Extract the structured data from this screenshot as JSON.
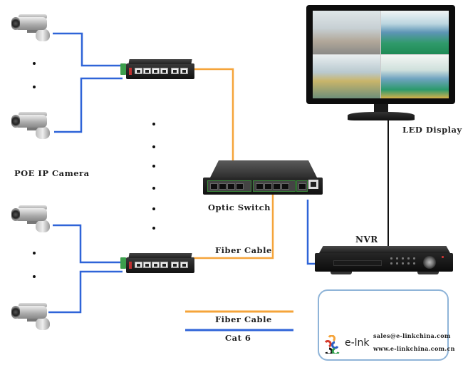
{
  "labels": {
    "camera_group": "POE IP Camera",
    "optic_switch": "Optic Switch",
    "fiber_cable": "Fiber Cable",
    "nvr": "NVR",
    "led_display": "LED Display"
  },
  "legend": {
    "items": [
      {
        "label": "Fiber Cable",
        "color": "#f5a43a"
      },
      {
        "label": "Cat 6",
        "color": "#2f64d8"
      }
    ]
  },
  "contact_card": {
    "brand": "e-lnk",
    "email": "sales@e-linkchina.com",
    "website": "www.e-linkchina.com.cn"
  },
  "colors": {
    "fiber": "#f5a43a",
    "cat6": "#2f64d8",
    "signal": "#111111",
    "card_border": "#8fb4d8"
  },
  "devices": {
    "poe_switch_ports": 6,
    "optic_switch_sfp_ports": 10,
    "camera_groups": 2
  }
}
